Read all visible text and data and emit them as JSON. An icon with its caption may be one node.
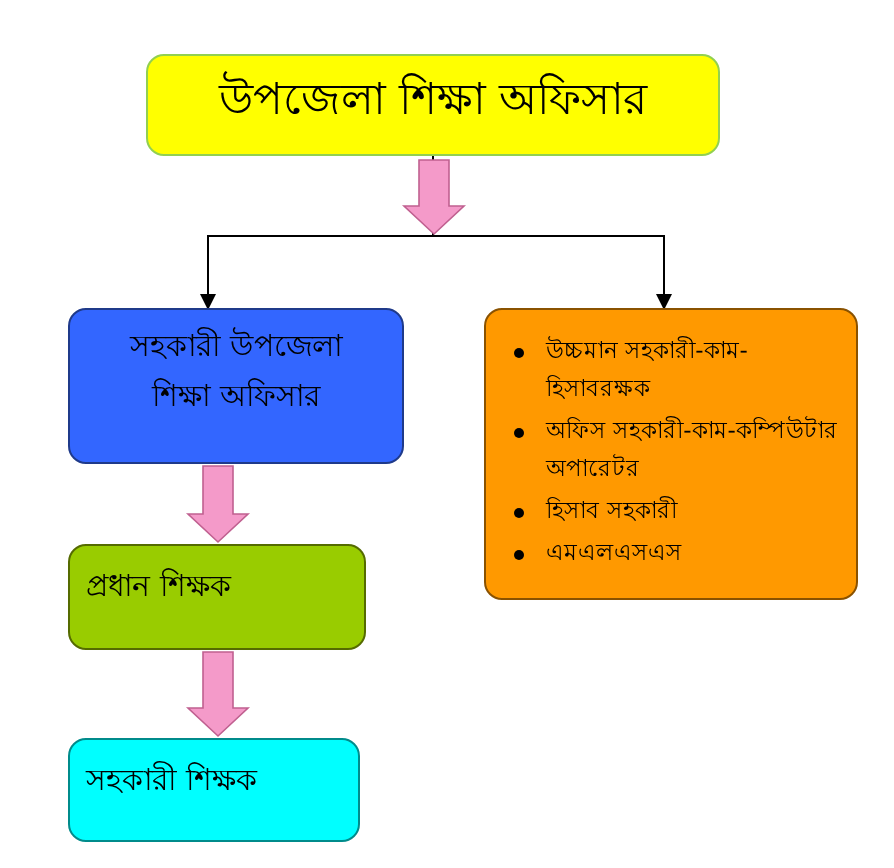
{
  "diagram": {
    "nodes": [
      {
        "text": [
          "উপজেলা শিক্ষা অফিসার"
        ]
      },
      {
        "text": [
          "সহকারী উপজেলা শিক্ষা অফিসার"
        ]
      },
      {
        "text": [
          "প্রধান শিক্ষক"
        ]
      },
      {
        "text": [
          "সহকারী শিক্ষক"
        ]
      },
      {
        "text": [
          "উচ্চমান সহকারী-কাম-হিসাবরক্ষক",
          "অফিস সহকারী-কাম-কম্পিউটার অপারেটর",
          "হিসাব সহকারী",
          "এমএলএসএস"
        ]
      }
    ],
    "edges": [
      {
        "from": 0,
        "to": 1,
        "arrow": "to"
      },
      {
        "from": 0,
        "to": 4,
        "arrow": "to"
      },
      {
        "from": 1,
        "to": 2,
        "arrow": "to",
        "style": "thick",
        "color": "#f49ac9"
      },
      {
        "from": 2,
        "to": 3,
        "arrow": "to",
        "style": "thick",
        "color": "#f49ac9"
      }
    ]
  }
}
